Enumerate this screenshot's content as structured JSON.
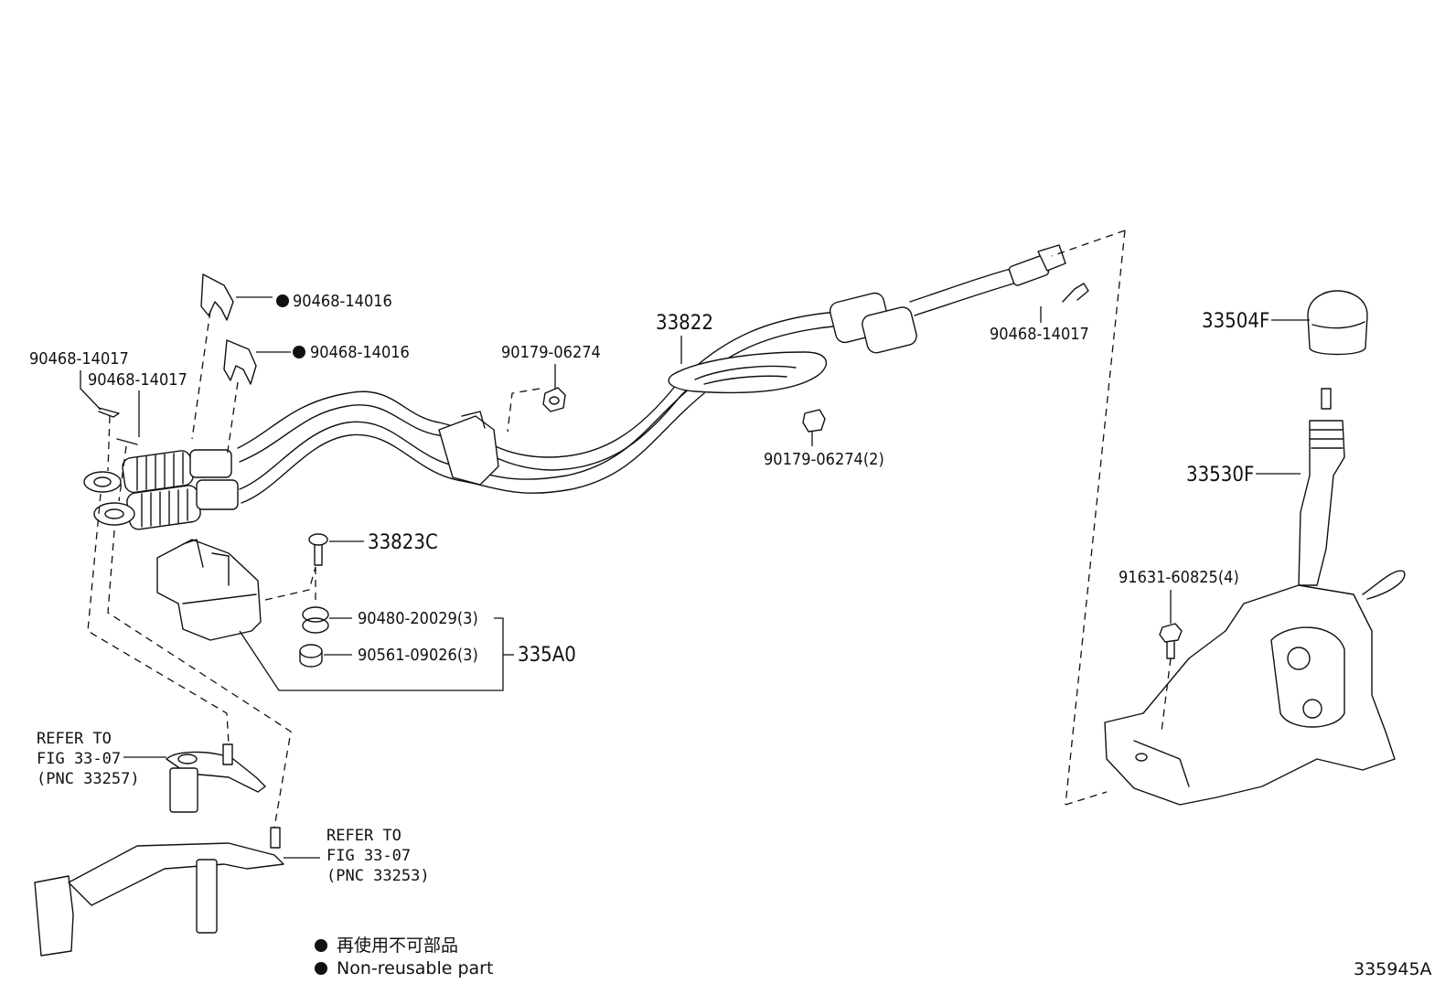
{
  "labels": {
    "clip_top_1": "90468-14016",
    "clip_top_2": "90468-14016",
    "clip_left_1": "90468-14017",
    "clip_left_2": "90468-14017",
    "nut_upper": "90179-06274",
    "cable_assy": "33822",
    "nut_lower": "90179-06274(2)",
    "clip_right": "90468-14017",
    "knob": "33504F",
    "lever": "33530F",
    "bolt_right": "91631-60825(4)",
    "bracket_bolt": "33823C",
    "bushing": "90480-20029(3)",
    "collar": "90561-09026(3)",
    "bracket_assy": "335A0"
  },
  "refers": [
    {
      "line1": "REFER TO",
      "line2": "FIG 33-07",
      "line3": "(PNC 33257)"
    },
    {
      "line1": "REFER TO",
      "line2": "FIG 33-07",
      "line3": "(PNC 33253)"
    }
  ],
  "legend": {
    "japanese": "再使用不可部品",
    "english": "Non-reusable part"
  },
  "figure_id": "335945A"
}
